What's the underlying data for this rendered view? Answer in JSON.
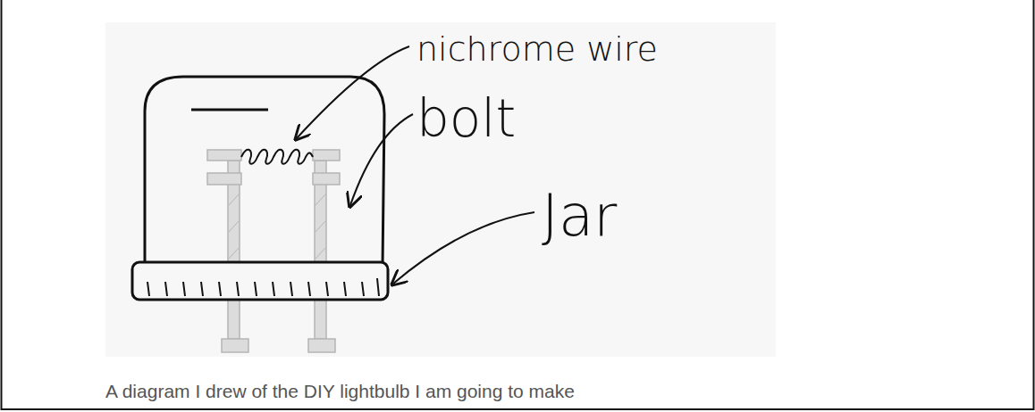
{
  "diagram": {
    "caption": "A diagram I drew of the DIY lightbulb I am going to make",
    "labels": [
      "nichrome wire",
      "bolt",
      "Jar"
    ]
  }
}
